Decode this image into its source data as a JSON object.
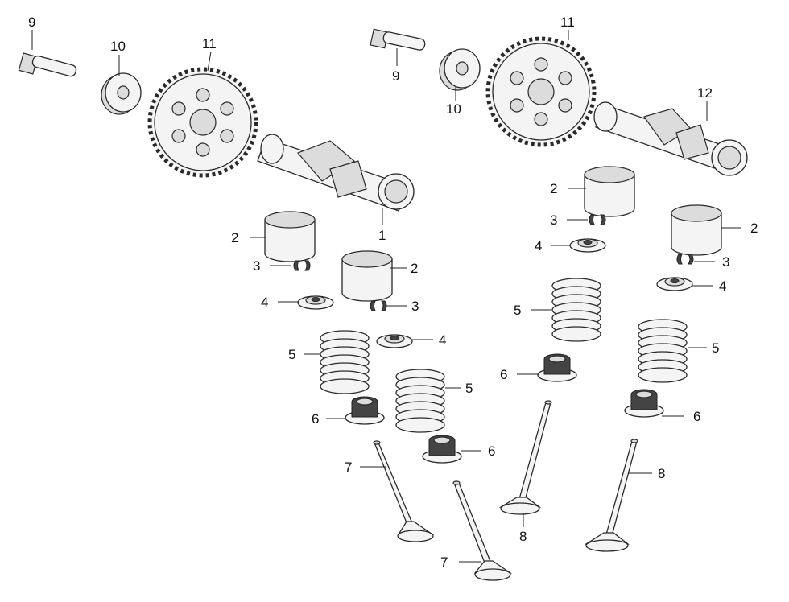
{
  "diagram": {
    "labels": {
      "l1": "1",
      "l2a": "2",
      "l2b": "2",
      "l2c": "2",
      "l2d": "2",
      "l3a": "3",
      "l3b": "3",
      "l3c": "3",
      "l3d": "3",
      "l4a": "4",
      "l4b": "4",
      "l4c": "4",
      "l4d": "4",
      "l5a": "5",
      "l5b": "5",
      "l5c": "5",
      "l5d": "5",
      "l6a": "6",
      "l6b": "6",
      "l6c": "6",
      "l6d": "6",
      "l7a": "7",
      "l7b": "7",
      "l8a": "8",
      "l8b": "8",
      "l9a": "9",
      "l9b": "9",
      "l10a": "10",
      "l10b": "10",
      "l11a": "11",
      "l11b": "11",
      "l12": "12"
    }
  }
}
